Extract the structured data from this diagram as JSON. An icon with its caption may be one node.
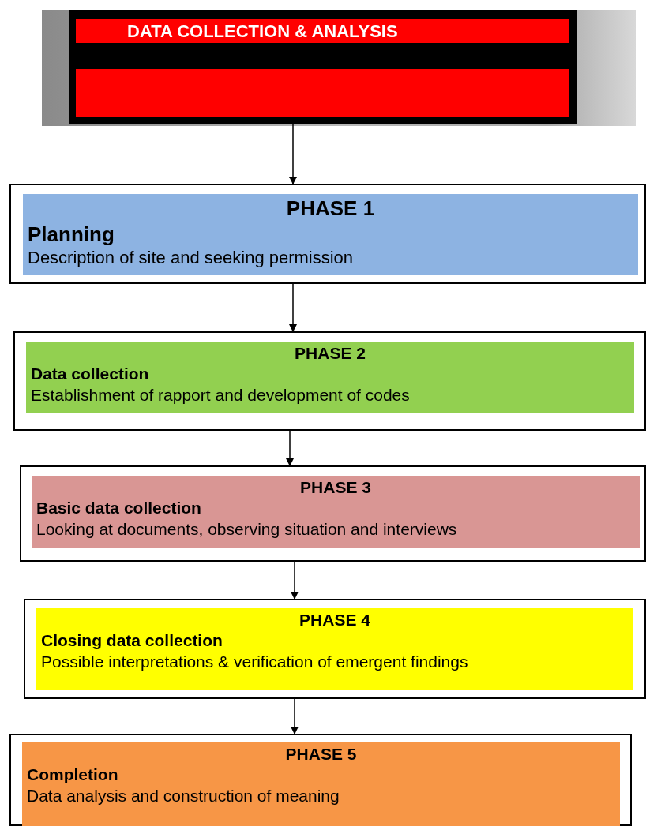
{
  "diagram": {
    "nodes": [
      {
        "text": [
          "DATA COLLECTION & ANALYSIS"
        ]
      },
      {
        "text": [],
        "shape": "bar",
        "in": 0
      },
      {
        "text": [
          "PHASE 1",
          "Planning",
          "Description of site and seeking permission"
        ]
      },
      {
        "text": [
          "PHASE 2",
          "Data collection",
          "Establishment of rapport and development of codes"
        ]
      },
      {
        "text": [
          "PHASE 3",
          "Basic data collection",
          "Looking at documents, observing situation and interviews"
        ]
      },
      {
        "text": [
          "PHASE 4",
          "Closing data collection",
          "Possible interpretations & verification of emergent findings"
        ]
      },
      {
        "text": [
          "PHASE 5",
          "Completion",
          "Data analysis and construction of meaning"
        ]
      }
    ],
    "edges": [
      {
        "from": 0,
        "to": 2,
        "arrow": "to"
      },
      {
        "from": 2,
        "to": 3,
        "arrow": "to"
      },
      {
        "from": 3,
        "to": 4,
        "arrow": "to"
      },
      {
        "from": 4,
        "to": 5,
        "arrow": "to"
      },
      {
        "from": 5,
        "to": 6,
        "arrow": "to"
      }
    ]
  }
}
